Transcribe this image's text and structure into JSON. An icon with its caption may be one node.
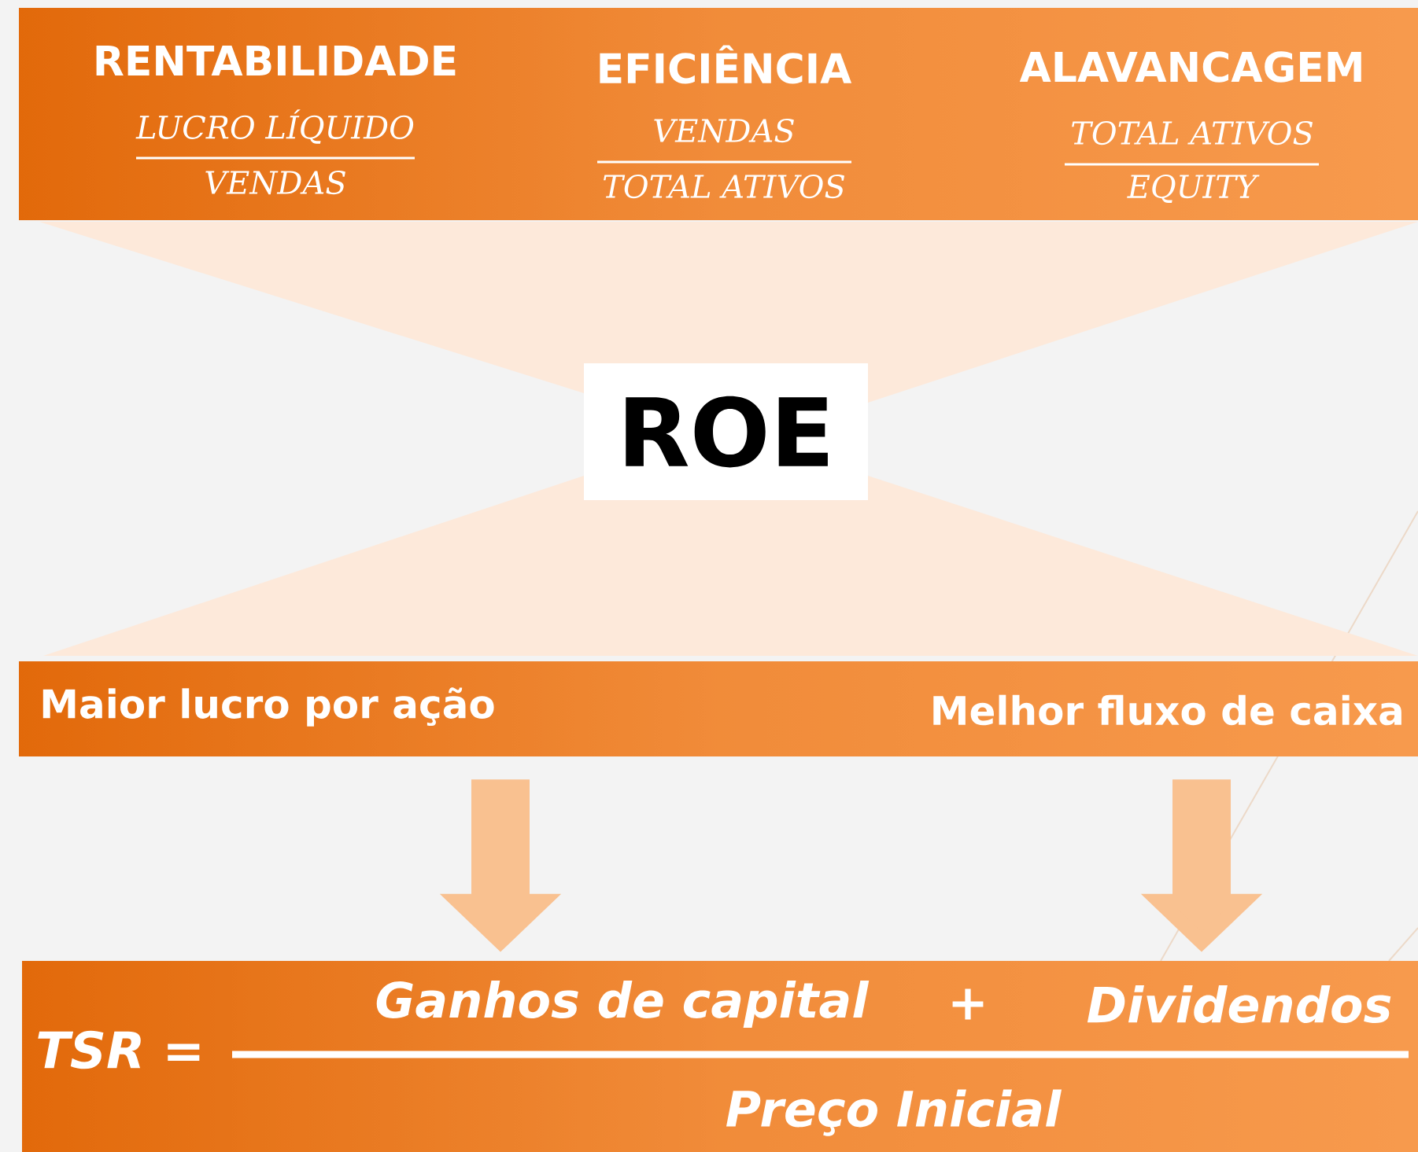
{
  "diagram": {
    "nodes": [
      {
        "text": [
          "RENTABILIDADE",
          "LUCRO LÍQUIDO",
          "VENDAS",
          "EFICIÊNCIA",
          "VENDAS",
          "TOTAL ATIVOS",
          "ALAVANCAGEM",
          "TOTAL ATIVOS",
          "EQUITY"
        ]
      },
      {
        "text": [
          "ROE"
        ]
      },
      {
        "text": [
          "Maior lucro por ação",
          "Melhor fluxo de caixa"
        ]
      },
      {
        "text": [
          "TSR =",
          "Ganhos de capital",
          "+",
          "Dividendos",
          "Preço Inicial"
        ]
      }
    ],
    "edges": [
      {
        "from": 2,
        "to": 3,
        "arrow": "to"
      },
      {
        "from": 2,
        "to": 3,
        "arrow": "to"
      }
    ]
  }
}
